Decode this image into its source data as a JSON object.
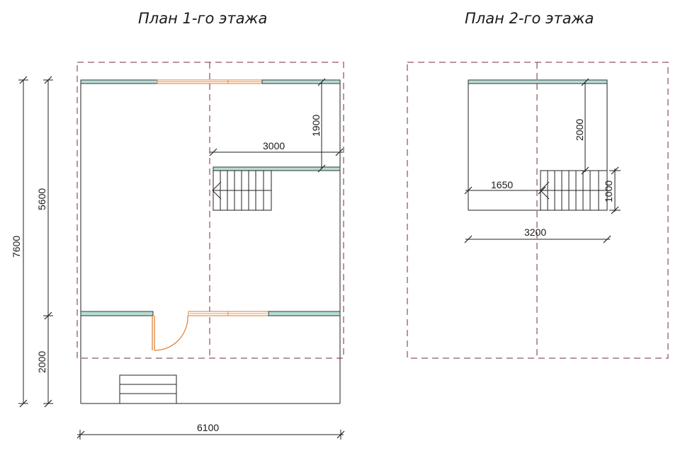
{
  "plan1": {
    "title": "План 1-го этажа",
    "dims": {
      "total_height": "7600",
      "main_height": "5600",
      "porch_depth": "2000",
      "width": "6100",
      "stair_offset": "1900",
      "stair_span": "3000"
    }
  },
  "plan2": {
    "title": "План 2-го этажа",
    "dims": {
      "height": "2000",
      "stair_pos": "1650",
      "stair_height": "1000",
      "width": "3200"
    }
  },
  "colors": {
    "wall": "#b6ddd6",
    "window": "#e07a28",
    "outline": "#7a2a3a"
  }
}
